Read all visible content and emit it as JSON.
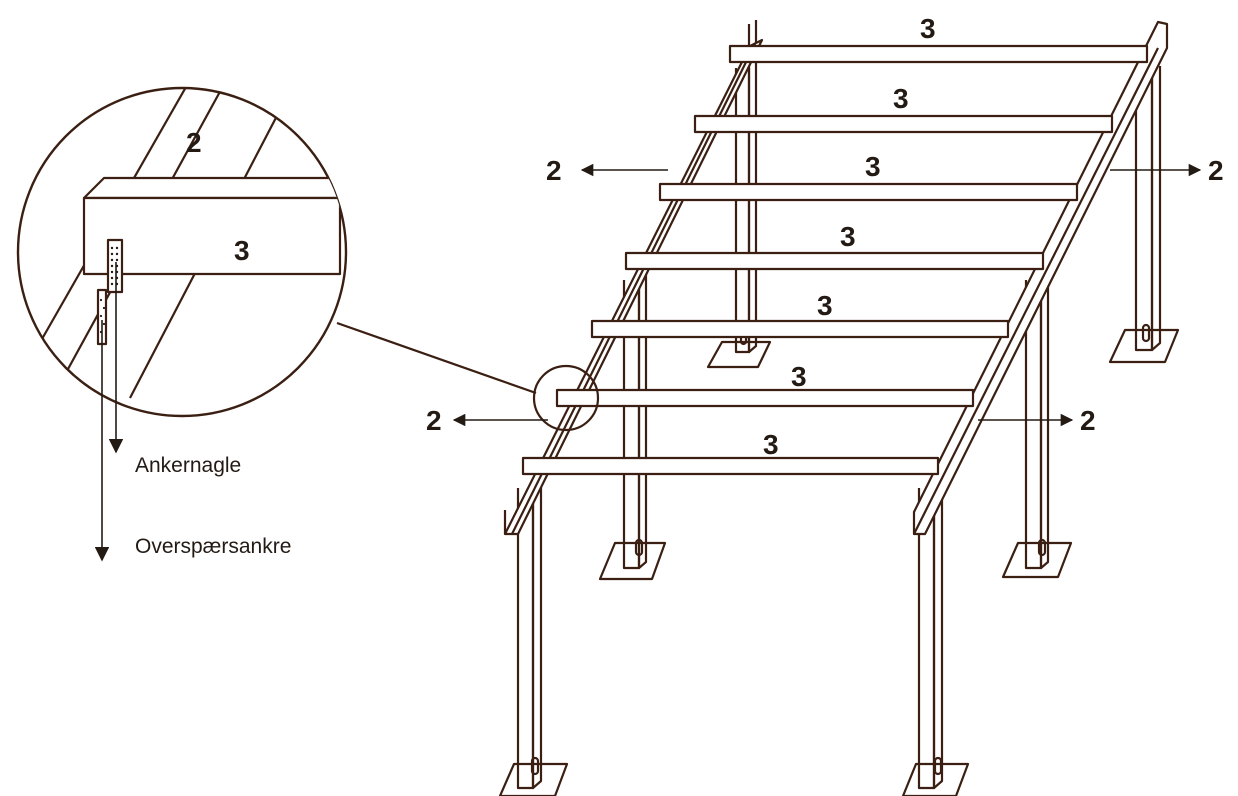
{
  "colors": {
    "ink": "#3a1f12",
    "text": "#231a14",
    "paper": "#ffffff"
  },
  "rafter_labels": [
    "3",
    "3",
    "3",
    "3",
    "3",
    "3",
    "3"
  ],
  "beam_arrows": {
    "left_upper": "2",
    "right_upper": "2",
    "left_lower": "2",
    "right_lower": "2"
  },
  "detail": {
    "beam_label": "2",
    "rafter_label": "3",
    "callouts": [
      "Ankernagle",
      "Overspærsankre"
    ]
  }
}
